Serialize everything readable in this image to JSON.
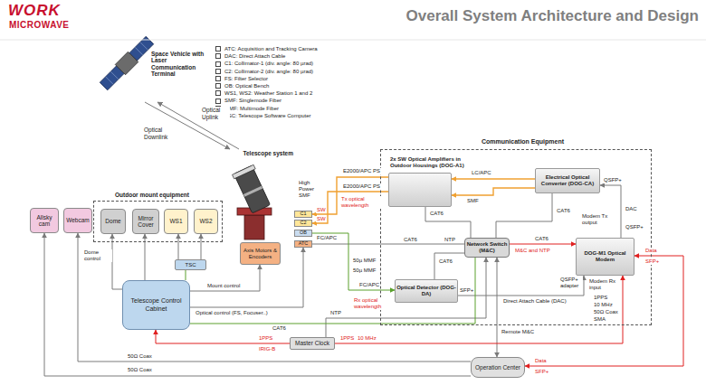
{
  "diagram": {
    "title": "Overall System Architecture and Design",
    "nodes": [
      {
        "text": [
          "Space Vehicle with Laser Communication Terminal"
        ]
      },
      {
        "text": [
          "Telescope system"
        ]
      },
      {
        "text": [
          "Outdoor mount equipment"
        ]
      },
      {
        "text": [
          "Dome"
        ],
        "in": 2
      },
      {
        "text": [
          "Mirror Cover"
        ],
        "in": 2
      },
      {
        "text": [
          "WS1"
        ],
        "in": 2
      },
      {
        "text": [
          "WS2"
        ],
        "in": 2
      },
      {
        "text": [
          "Allsky cam"
        ]
      },
      {
        "text": [
          "Webcam"
        ]
      },
      {
        "text": [
          "C1"
        ]
      },
      {
        "text": [
          "C2"
        ]
      },
      {
        "text": [
          "OB"
        ]
      },
      {
        "text": [
          "ATC"
        ]
      },
      {
        "text": [
          "Axis Motors & Encoders"
        ]
      },
      {
        "text": [
          "TSC"
        ]
      },
      {
        "text": [
          "Telescope Control Cabinet"
        ]
      },
      {
        "text": [
          "Master Clock"
        ]
      },
      {
        "text": [
          "Operation Center"
        ]
      },
      {
        "text": [
          "Communication Equipment"
        ]
      },
      {
        "text": [
          "2x SW Optical Amplifiers in Outdoor Housings (DOG-A1)"
        ],
        "in": 18
      },
      {
        "text": [
          "Electrical Optical Converter (DOG-CA)"
        ],
        "in": 18
      },
      {
        "text": [
          "Network Switch (M&C)"
        ],
        "in": 18
      },
      {
        "text": [
          "DOG-M1 Optical Modem"
        ],
        "in": 18
      },
      {
        "text": [
          "Optical Detector (DOG-DA)"
        ],
        "in": 18
      }
    ],
    "edges": [
      {
        "from": 0,
        "to": 1,
        "arrow": "to",
        "label": "Optical Downlink"
      },
      {
        "from": 1,
        "to": 0,
        "arrow": "to",
        "label": "Optical Uplink"
      },
      {
        "from": 19,
        "to": 9,
        "arrow": "to",
        "label": "E2000/APC PS"
      },
      {
        "from": 19,
        "to": 10,
        "arrow": "to",
        "label": "E2000/APC PS"
      },
      {
        "from": 20,
        "to": 19,
        "arrow": "to",
        "label": "LC/APC"
      },
      {
        "from": 20,
        "to": 19,
        "arrow": "to",
        "label": "SMF"
      },
      {
        "from": 22,
        "to": 20,
        "arrow": "to",
        "label": "DAC"
      },
      {
        "from": 19,
        "to": 21,
        "arrow": "none",
        "label": "CAT6"
      },
      {
        "from": 20,
        "to": 21,
        "arrow": "none",
        "label": "CAT6"
      },
      {
        "from": 12,
        "to": 21,
        "arrow": "none",
        "label": "CAT6"
      },
      {
        "from": 11,
        "to": 23,
        "arrow": "to",
        "label": "50µ MMF"
      },
      {
        "from": 23,
        "to": 21,
        "arrow": "none",
        "label": "CAT6"
      },
      {
        "from": 21,
        "to": 22,
        "arrow": "to",
        "label": "M&C and NTP"
      },
      {
        "from": 16,
        "to": 21,
        "arrow": "to",
        "label": "NTP"
      },
      {
        "from": 21,
        "to": 17,
        "arrow": "both",
        "label": "Remote M&C"
      },
      {
        "from": 23,
        "to": 22,
        "arrow": "to",
        "label": "Direct Attach Cable (DAC)"
      },
      {
        "from": 16,
        "to": 22,
        "arrow": "to",
        "label": "1PPS"
      },
      {
        "from": 16,
        "to": 15,
        "arrow": "to",
        "label": "1PPS"
      },
      {
        "from": 17,
        "to": 7,
        "arrow": "to"
      },
      {
        "from": 17,
        "to": 8,
        "arrow": "to"
      },
      {
        "from": 15,
        "to": 3,
        "arrow": "to",
        "label": "Dome control"
      },
      {
        "from": 15,
        "to": 4,
        "arrow": "to"
      },
      {
        "from": 15,
        "to": 14,
        "arrow": "none"
      },
      {
        "from": 14,
        "to": 5,
        "arrow": "to"
      },
      {
        "from": 14,
        "to": 6,
        "arrow": "to"
      },
      {
        "from": 15,
        "to": 13,
        "arrow": "to",
        "label": "Mount control"
      },
      {
        "from": 15,
        "to": 12,
        "arrow": "to",
        "label": "Optical control (FS, Focuser..)"
      },
      {
        "from": 15,
        "to": 21,
        "arrow": "none",
        "label": "CAT6"
      },
      {
        "from": 17,
        "to": 22,
        "arrow": "both",
        "label": "Data"
      }
    ],
    "labels": [
      "WORK",
      "MICROWAVE",
      "SW",
      "SW",
      "High Power SMF",
      "Tx optical wavelength",
      "FC/APC",
      "NTP",
      "50µ MMF",
      "FC/APC",
      "Rx optical wavelength",
      "SFP+",
      "QSFP+",
      "QSFP+",
      "Modem Tx output",
      "QSFP+ adapter",
      "Modem Rx input",
      "1PPS",
      "10 MHz",
      "50Ω Coax",
      "SMA",
      "CAT6",
      "10 MHz",
      "IRIG-B",
      "50Ω Coax",
      "50Ω Coax",
      "SFP+",
      "Data",
      "SFP+"
    ],
    "legend": [
      {
        "text": "ATC: Acquisition and Tracking Camera"
      },
      {
        "text": "DAC: Direct Attach Cable"
      },
      {
        "text": "C1: Collimator-1 (div. angle: 80 µrad)"
      },
      {
        "text": "C2: Collimator-2 (div. angle: 80 µrad)"
      },
      {
        "text": "FS: Filter Selector"
      },
      {
        "text": "OB: Optical Bench"
      },
      {
        "text": "WS1, WS2: Weather Station 1 and 2"
      },
      {
        "text": "SMF: Singlemode Fiber"
      },
      {
        "text": "MMF: Multimode Fiber"
      },
      {
        "text": "TSC: Telescope Software Computer"
      }
    ]
  }
}
